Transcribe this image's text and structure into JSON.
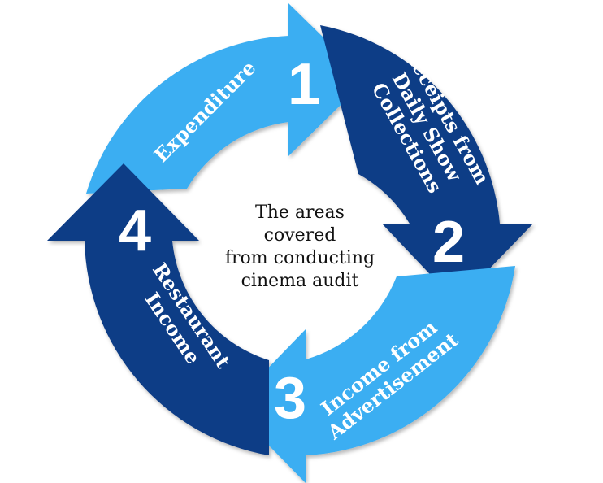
{
  "center": {
    "lines": [
      "The areas",
      "covered",
      "from conducting",
      "cinema audit"
    ]
  },
  "segments": [
    {
      "number": "1",
      "lines": [
        "Expenditure"
      ],
      "color": "#3aaef2"
    },
    {
      "number": "2",
      "lines": [
        "Receipts from",
        "Daily Show",
        "Collections"
      ],
      "color": "#0f3c86"
    },
    {
      "number": "3",
      "lines": [
        "Income from",
        "Advertisement"
      ],
      "color": "#3aaef2"
    },
    {
      "number": "4",
      "lines": [
        "Restaurant",
        "Income"
      ],
      "color": "#0f3c86"
    }
  ]
}
